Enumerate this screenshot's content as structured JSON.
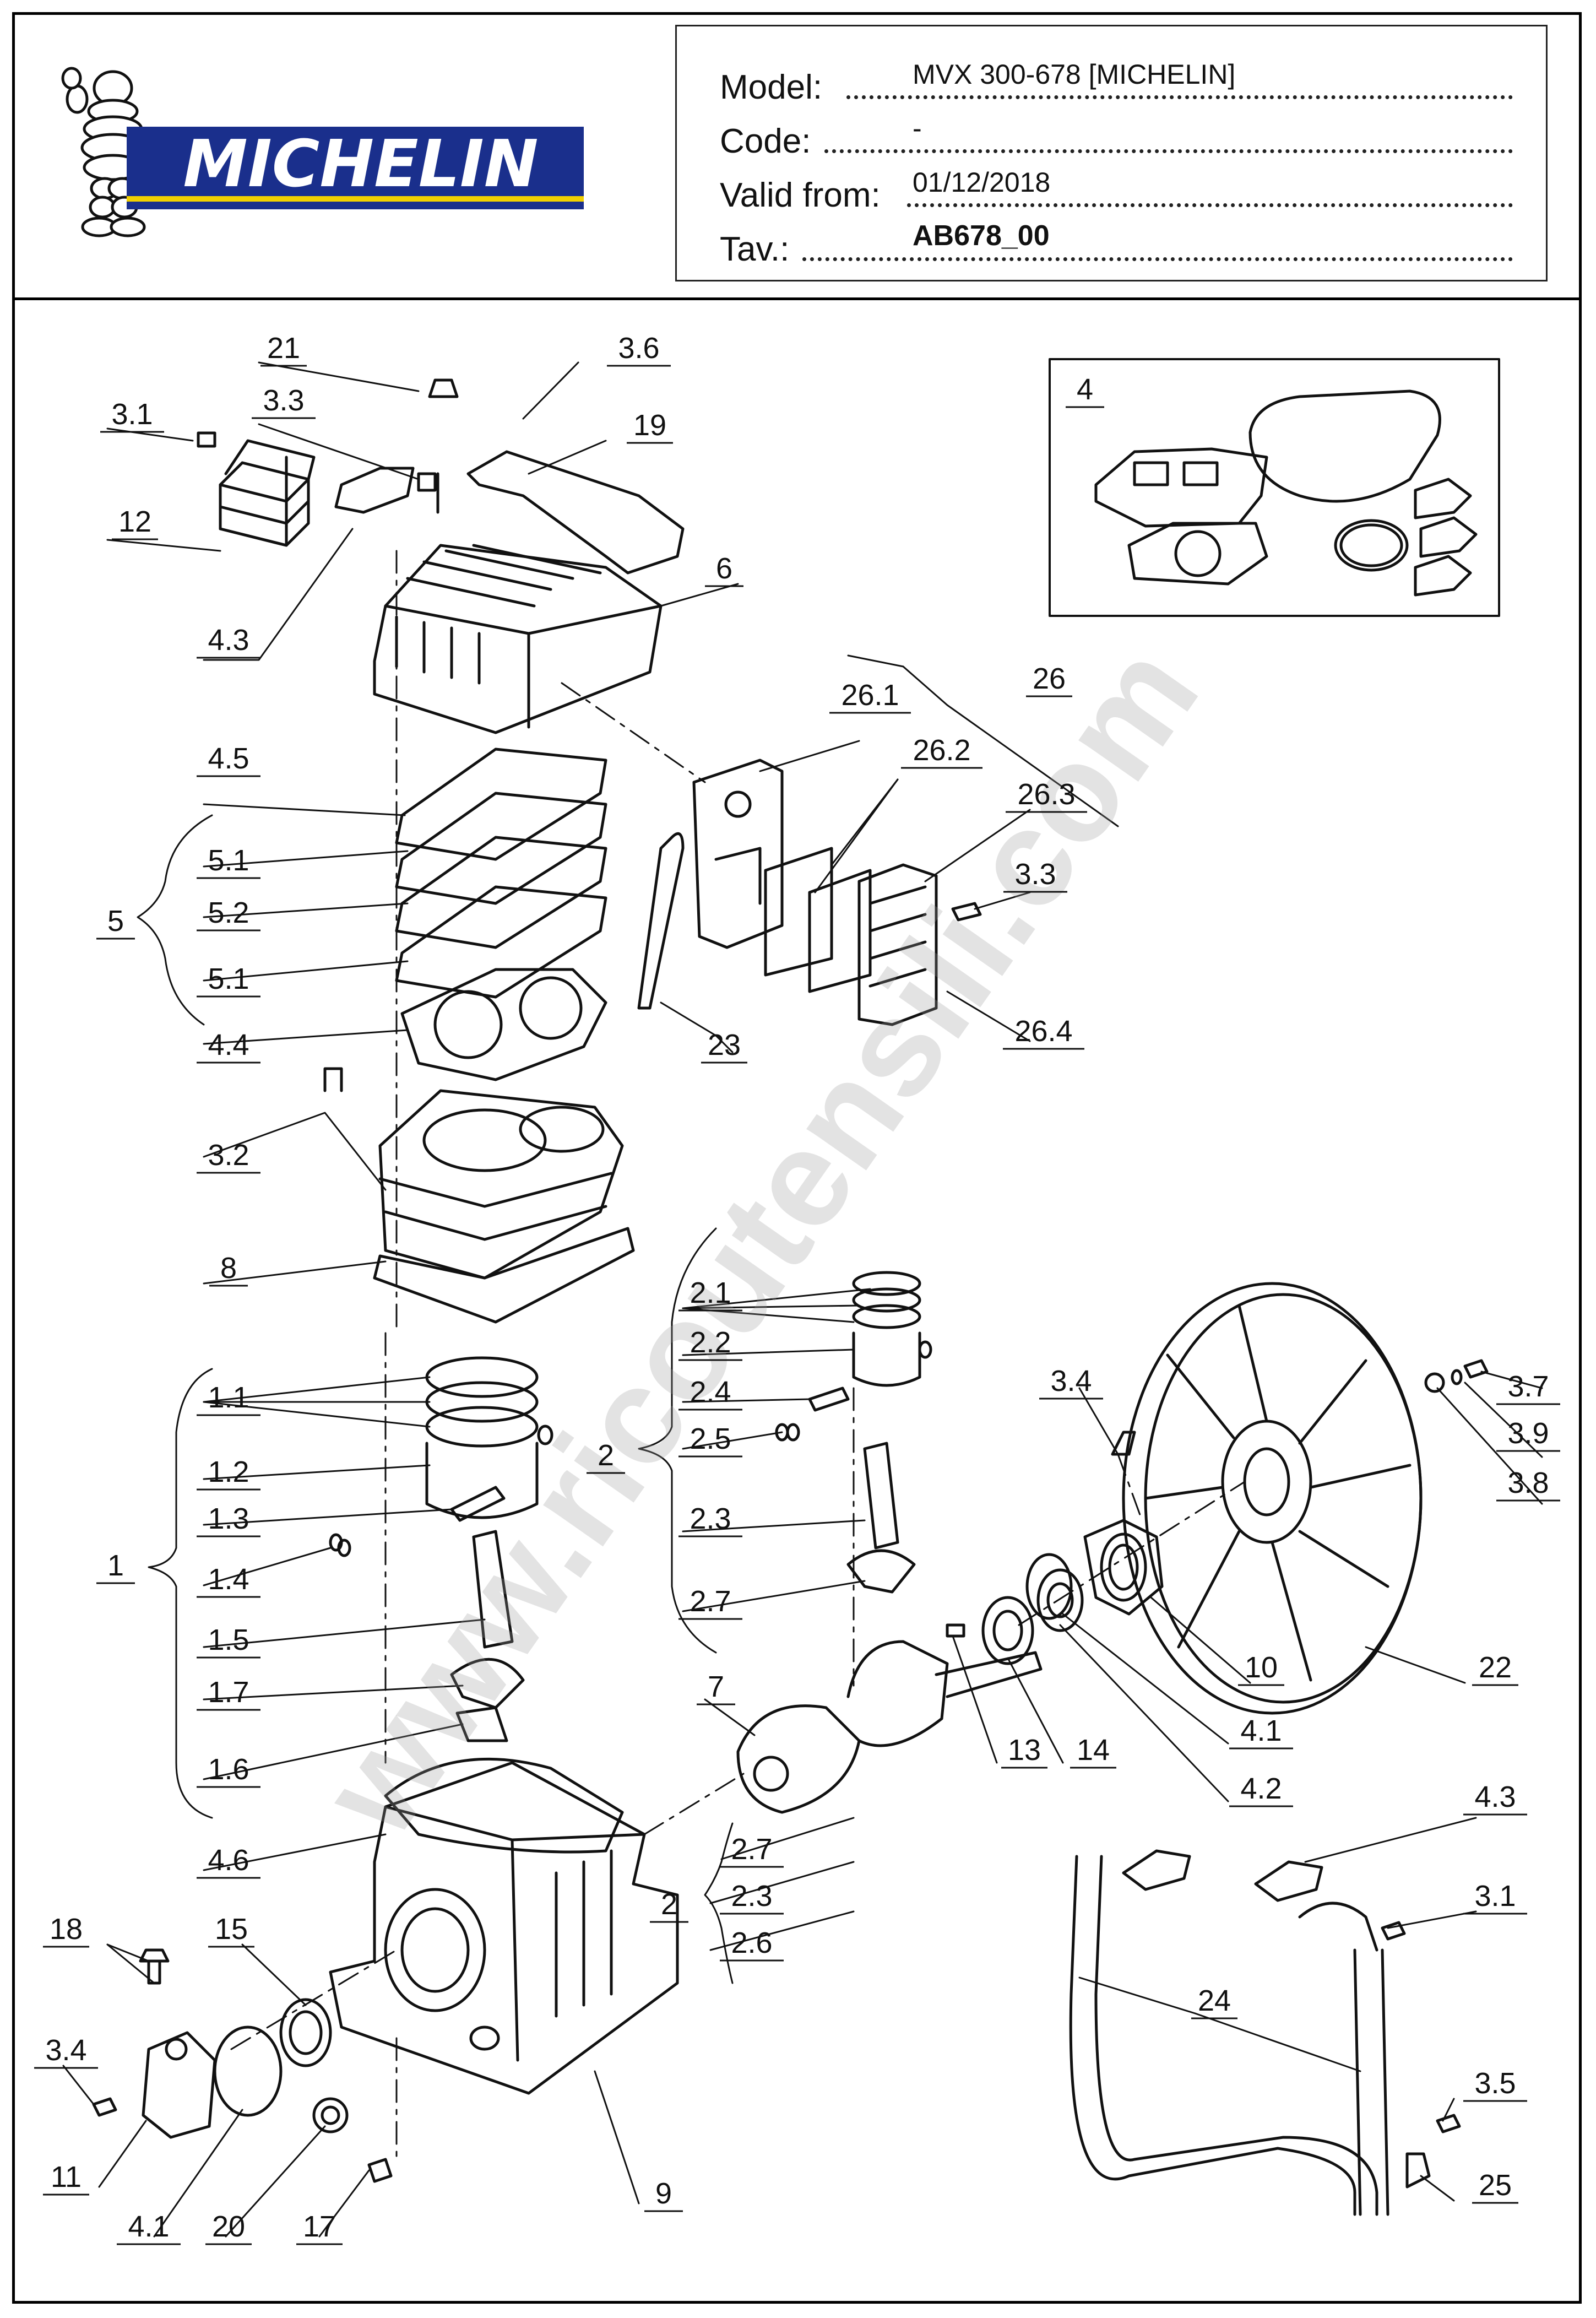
{
  "header": {
    "brand": "MICHELIN",
    "fields": [
      {
        "label": "Model:",
        "value": "MVX 300-678 [MICHELIN]"
      },
      {
        "label": "Code:",
        "value": "-"
      },
      {
        "label": "Valid from:",
        "value": "01/12/2018"
      },
      {
        "label": "Tav.:",
        "value": "AB678_00"
      }
    ]
  },
  "watermark": "www.ricoutensili.com",
  "colors": {
    "brand_blue": "#1a2f8c",
    "brand_yellow": "#f2d000",
    "line": "#111111"
  },
  "labels": {
    "l21": "21",
    "l3_6": "3.6",
    "l3_1a": "3.1",
    "l3_3a": "3.3",
    "l19": "19",
    "l12": "12",
    "l4_3a": "4.3",
    "l6": "6",
    "l4": "4",
    "l26": "26",
    "l26_1": "26.1",
    "l4_5": "4.5",
    "l26_2": "26.2",
    "l5_1a": "5.1",
    "l26_3": "26.3",
    "l5": "5",
    "l5_2": "5.2",
    "l3_3b": "3.3",
    "l5_1b": "5.1",
    "l26_4": "26.4",
    "l4_4": "4.4",
    "l23": "23",
    "l3_2": "3.2",
    "l8": "8",
    "l2_1": "2.1",
    "l2_2": "2.2",
    "l3_4a": "3.4",
    "l3_7": "3.7",
    "l1_1": "1.1",
    "l2_4": "2.4",
    "l2_5": "2.5",
    "l3_9": "3.9",
    "l2a": "2",
    "l1_2": "1.2",
    "l3_8": "3.8",
    "l1_3": "1.3",
    "l2_3a": "2.3",
    "l1": "1",
    "l1_4": "1.4",
    "l2_7a": "2.7",
    "l1_5": "1.5",
    "l10": "10",
    "l22": "22",
    "l1_7": "1.7",
    "l7": "7",
    "l4_1a": "4.1",
    "l13": "13",
    "l14": "14",
    "l1_6": "1.6",
    "l4_2": "4.2",
    "l4_3b": "4.3",
    "l4_6": "4.6",
    "l2_7b": "2.7",
    "l3_1b": "3.1",
    "l2b": "2",
    "l2_3b": "2.3",
    "l18": "18",
    "l15": "15",
    "l2_6": "2.6",
    "l24": "24",
    "l3_4b": "3.4",
    "l3_5": "3.5",
    "l11": "11",
    "l25": "25",
    "l9": "9",
    "l4_1b": "4.1",
    "l20": "20",
    "l17": "17"
  }
}
